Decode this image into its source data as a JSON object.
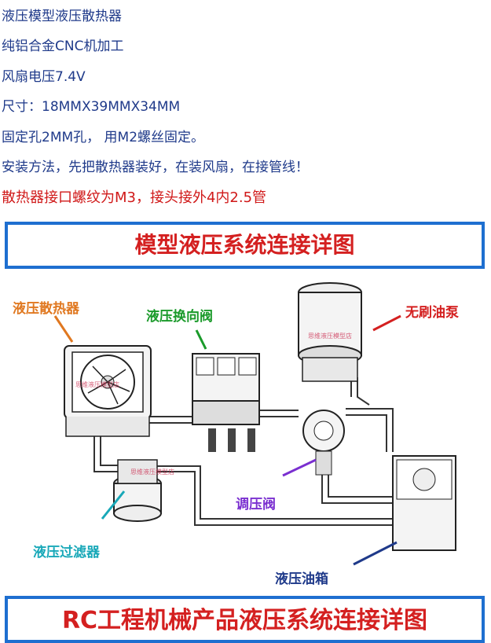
{
  "specs": [
    "液压模型液压散热器",
    "纯铝合金CNC机加工",
    "风扇电压7.4V",
    "尺寸：18MMX39MMX34MM",
    "固定孔2MM孔， 用M2螺丝固定。",
    "安装方法，先把散热器装好，在装风扇，在接管线！"
  ],
  "note": "散热器接口螺纹为M3，接头接外4内2.5管",
  "banner_top": "模型液压系统连接详图",
  "banner_bottom": "RC工程机械产品液压系统连接详图",
  "labels": {
    "radiator": "液压散热器",
    "valve": "液压换向阀",
    "pump": "无刷油泵",
    "regulator": "调压阀",
    "filter": "液压过滤器",
    "tank": "液压油箱"
  },
  "watermarks": [
    "思维液压模型店",
    "思维液压模型店",
    "思维液压模型店"
  ],
  "colors": {
    "text_blue": "#1f3a8a",
    "note_red": "#d01818",
    "banner_border": "#1e6fd0",
    "banner_text": "#d42020",
    "radiator_label": "#e07820",
    "valve_label": "#1a9a2a",
    "pump_label": "#d42020",
    "regulator_label": "#7a2fd0",
    "filter_label": "#18a8b8",
    "tank_label": "#1f3a8a"
  }
}
